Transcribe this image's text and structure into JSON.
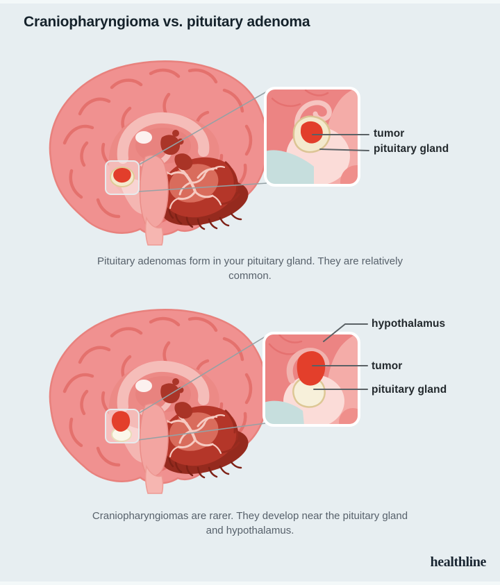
{
  "page": {
    "title": "Craniopharyngioma vs. pituitary adenoma",
    "background_color": "#e7eef1"
  },
  "figures": [
    {
      "name": "pituitary-adenoma-figure",
      "caption": "Pituitary adenomas form in your pituitary gland. They are relatively common.",
      "labels": [
        {
          "text": "tumor"
        },
        {
          "text": "pituitary gland"
        }
      ]
    },
    {
      "name": "craniopharyngioma-figure",
      "caption": "Craniopharyngiomas are rarer. They develop near the pituitary gland and hypothalamus.",
      "labels": [
        {
          "text": "hypothalamus"
        },
        {
          "text": "tumor"
        },
        {
          "text": "pituitary gland"
        }
      ]
    }
  ],
  "branding": {
    "logo_text": "healthline"
  },
  "colors": {
    "background": "#e7eef1",
    "title_text": "#15222b",
    "caption_text": "#57616b",
    "label_text": "#22282c",
    "leader_line": "#5a6165",
    "connector_line": "#95a1a5",
    "brain_cortex": "#f09190",
    "brain_sulci": "#e4716d",
    "brain_inner_light": "#f5bdb9",
    "cerebellum_dark": "#b43629",
    "cerebellum_band": "#952a1e",
    "tumor_red": "#e23e2b",
    "pituitary_gland_cream": "#f4e9cd",
    "inset_salmon": "#ec8483",
    "inset_blue": "#c6dedd"
  }
}
